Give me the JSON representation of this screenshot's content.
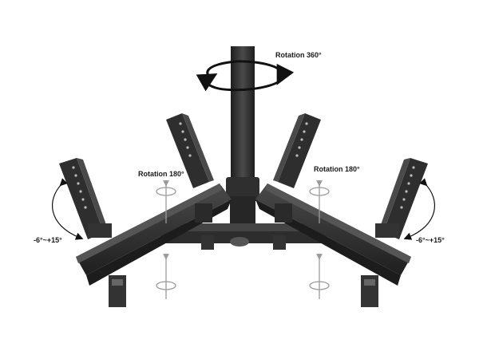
{
  "labels": {
    "rotation_top": "Rotation 360°",
    "rotation_left": "Rotation 180°",
    "rotation_right": "Rotation 180°",
    "tilt_left": "-6°~+15°",
    "tilt_right": "-6°~+15°"
  },
  "colors": {
    "metal_dark": "#2b2b2b",
    "metal_mid": "#3a3a3a",
    "metal_light": "#555555",
    "arrow_gray": "#9a9a9a",
    "arrow_black": "#111111"
  }
}
